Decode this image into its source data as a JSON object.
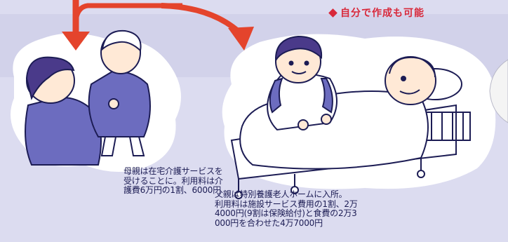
{
  "colors": {
    "background": "#dcdcf0",
    "ink": "#1c1c54",
    "arrow": "#e4442c",
    "note": "#d8283a",
    "clothing": "#6c6cbf",
    "bed_blanket": "#ffffff"
  },
  "note": {
    "text": "自分で作成も可能",
    "bullet_icon": "diamond-icon"
  },
  "captions": {
    "mother": [
      "母親は在宅介護サービスを",
      "受けることに。利用料は介",
      "護費6万円の1割、6000円"
    ],
    "father": [
      "父親は特別養護老人ホームに入所。",
      "利用料は施設サービス費用の1割、2万",
      "4000円(9割は保険給付)と食費の2万3",
      "000円を合わせた4万7000円"
    ]
  },
  "illustrations": {
    "left_scene": "caregiver-helping-elderly-woman",
    "right_scene": "elderly-man-in-nursing-home-bed",
    "arrows": "split-arrows-icon"
  }
}
